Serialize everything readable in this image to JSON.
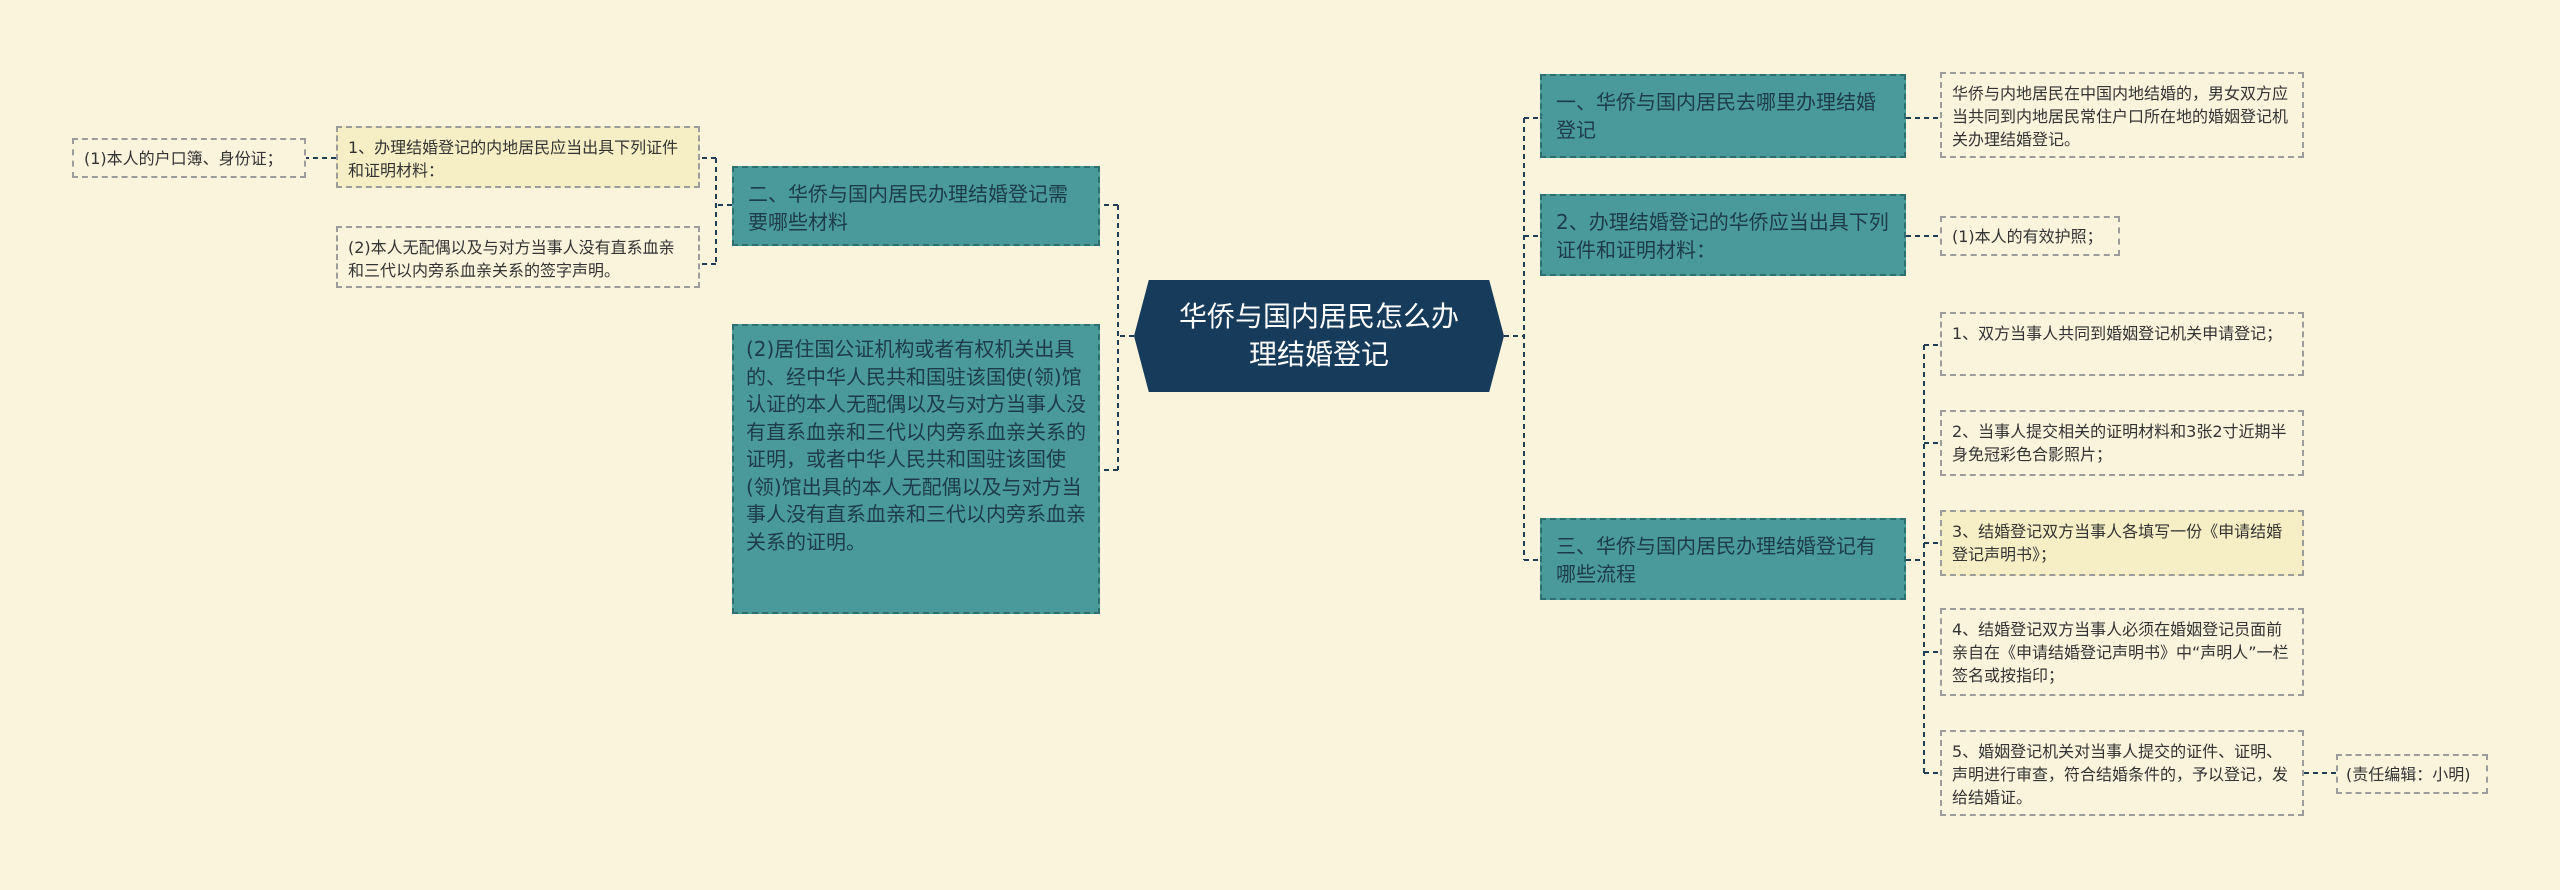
{
  "root": {
    "title": "华侨与国内居民怎么办理结婚登记"
  },
  "left": {
    "section_materials": {
      "title": "二、华侨与国内居民办理结婚登记需要哪些材料"
    },
    "materials_intro": {
      "text": "1、办理结婚登记的内地居民应当出具下列证件和证明材料："
    },
    "hukou": {
      "text": "(1)本人的户口簿、身份证；"
    },
    "no_spouse": {
      "text": "(2)本人无配偶以及与对方当事人没有直系血亲和三代以内旁系血亲关系的签字声明。"
    },
    "overseas_proof": {
      "text": "(2)居住国公证机构或者有权机关出具的、经中华人民共和国驻该国使(领)馆认证的本人无配偶以及与对方当事人没有直系血亲和三代以内旁系血亲关系的证明，或者中华人民共和国驻该国使(领)馆出具的本人无配偶以及与对方当事人没有直系血亲和三代以内旁系血亲关系的证明。"
    }
  },
  "right": {
    "section_where": {
      "title": "一、华侨与国内居民去哪里办理结婚登记"
    },
    "where_detail": {
      "text": "华侨与内地居民在中国内地结婚的，男女双方应当共同到内地居民常住户口所在地的婚姻登记机关办理结婚登记。"
    },
    "section_docs": {
      "title": "2、办理结婚登记的华侨应当出具下列证件和证明材料："
    },
    "passport": {
      "text": "(1)本人的有效护照；"
    },
    "section_process": {
      "title": "三、华侨与国内居民办理结婚登记有哪些流程"
    },
    "steps": [
      {
        "text": "1、双方当事人共同到婚姻登记机关申请登记；"
      },
      {
        "text": "2、当事人提交相关的证明材料和3张2寸近期半身免冠彩色合影照片；"
      },
      {
        "text": "3、结婚登记双方当事人各填写一份《申请结婚登记声明书》；"
      },
      {
        "text": "4、结婚登记双方当事人必须在婚姻登记员面前亲自在《申请结婚登记声明书》中“声明人”一栏签名或按指印；"
      },
      {
        "text": "5、婚姻登记机关对当事人提交的证件、证明、声明进行审查，符合结婚条件的，予以登记，发给结婚证。"
      }
    ],
    "editor": {
      "text": "(责任编辑：小明)"
    }
  },
  "colors": {
    "background": "#faf4dd",
    "root_fill": "#173b5b",
    "main_fill": "#4a9a9b",
    "main_text": "#1d3b4a",
    "leaf_border": "#9c9c9c",
    "connector": "#1f3d55"
  }
}
